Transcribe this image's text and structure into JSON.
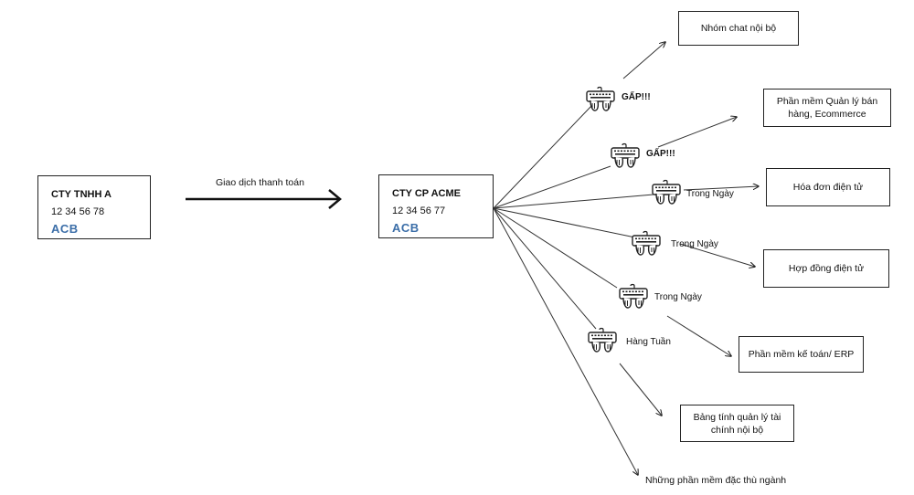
{
  "source_company": {
    "name": "CTY TNHH A",
    "account": "12 34 56 78",
    "bank": "ACB"
  },
  "transaction_label": "Giao dịch thanh toán",
  "acme_company": {
    "name": "CTY CP ACME",
    "account": "12 34 56 77",
    "bank": "ACB"
  },
  "frequency_labels": {
    "urgent_1": "GẤP!!!",
    "urgent_2": "GẤP!!!",
    "daily_1": "Trong Ngày",
    "daily_2": "Trong Ngày",
    "daily_3": "Trong Ngày",
    "weekly": "Hàng Tuần"
  },
  "targets": {
    "internal_chat": "Nhóm chat nội bộ",
    "sales_software": "Phần mềm Quản lý bán hàng, Ecommerce",
    "e_invoice": "Hóa đơn điện tử",
    "e_contract": "Hợp đồng điện tử",
    "accounting_erp": "Phần mềm kế toán/ ERP",
    "finance_spreadsheet": "Bảng tính quản lý tài chính nội bộ",
    "industry_software": "Những phần mềm đặc thù ngành"
  },
  "icons": {
    "typing": "keyboard-hands-icon",
    "arrow": "arrow-icon"
  }
}
